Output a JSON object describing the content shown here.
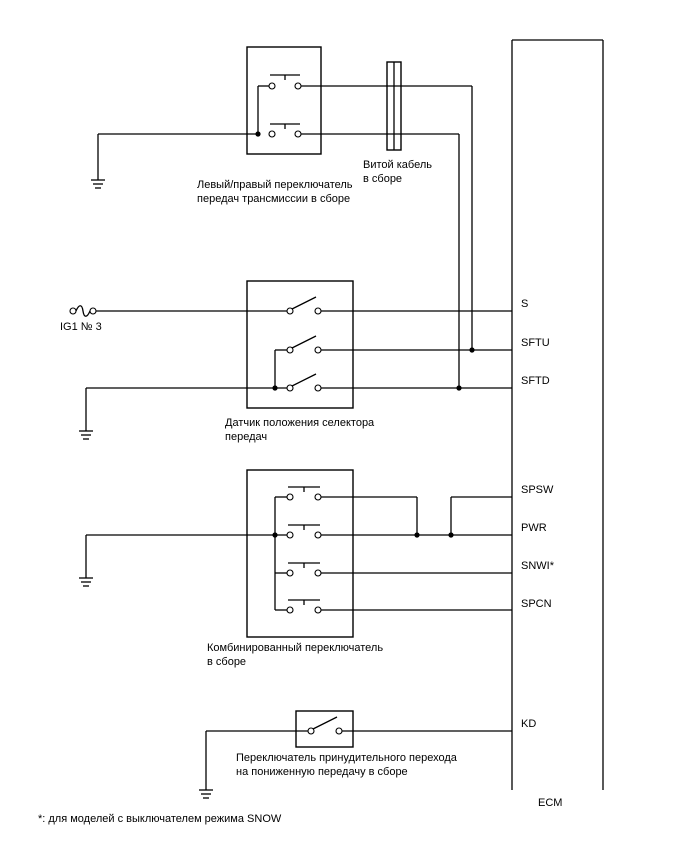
{
  "labels": {
    "lr_switch": [
      "Левый/правый переключатель",
      "передач трансмиссии в сборе"
    ],
    "spiral_cable": [
      "Витой кабель",
      "в сборе"
    ],
    "ig_fuse": "IG1 № 3",
    "selector_sensor": [
      "Датчик положения селектора",
      "передач"
    ],
    "combo_switch": [
      "Комбинированный переключатель",
      "в сборе"
    ],
    "kickdown_switch": [
      "Переключатель принудительного перехода",
      "на пониженную передачу в сборе"
    ],
    "ecm": "ECM",
    "footnote": "*: для моделей с выключателем режима SNOW"
  },
  "ecm_pins": [
    "S",
    "SFTU",
    "SFTD",
    "SPSW",
    "PWR",
    "SNWI*",
    "SPCN",
    "KD"
  ]
}
